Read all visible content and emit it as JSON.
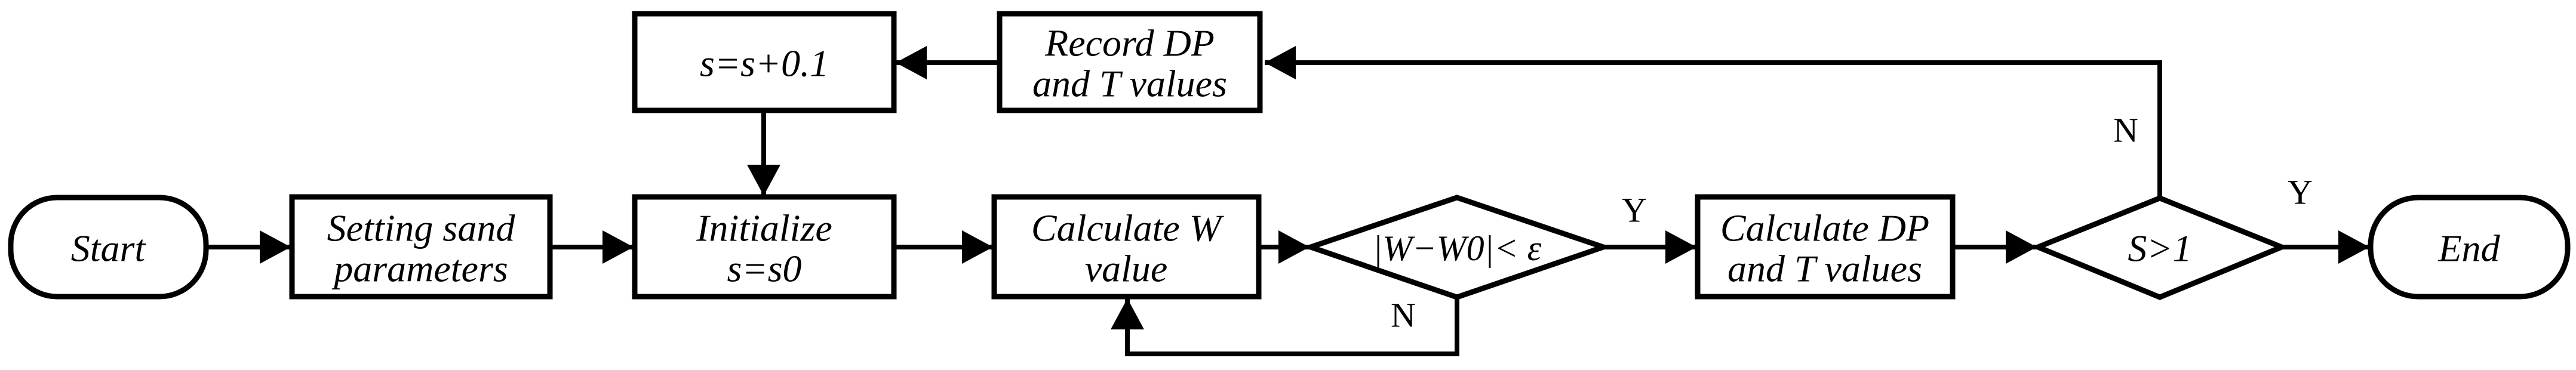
{
  "figure": {
    "type": "flowchart",
    "background_color": "#ffffff",
    "stroke_color": "#000000",
    "nodes": {
      "start": {
        "shape": "terminator",
        "label": "Start"
      },
      "setting_sand": {
        "shape": "process",
        "line1": "Setting sand",
        "line2": "parameters"
      },
      "initialize": {
        "shape": "process",
        "line1": "Initialize",
        "line2": "s=s0"
      },
      "calculate_w": {
        "shape": "process",
        "line1": "Calculate W",
        "line2": "value"
      },
      "w_check": {
        "shape": "decision",
        "label": "|W−W0|< ε"
      },
      "calculate_dp": {
        "shape": "process",
        "line1": "Calculate DP",
        "line2": "and T values"
      },
      "s_check": {
        "shape": "decision",
        "label": "S>1"
      },
      "end": {
        "shape": "terminator",
        "label": "End"
      },
      "increment_s": {
        "shape": "process",
        "label": "s=s+0.1"
      },
      "record_dp": {
        "shape": "process",
        "line1": "Record DP",
        "line2": "and T values"
      }
    },
    "branch_labels": {
      "w_check_yes": "Y",
      "w_check_no": "N",
      "s_check_yes": "Y",
      "s_check_no": "N"
    }
  }
}
